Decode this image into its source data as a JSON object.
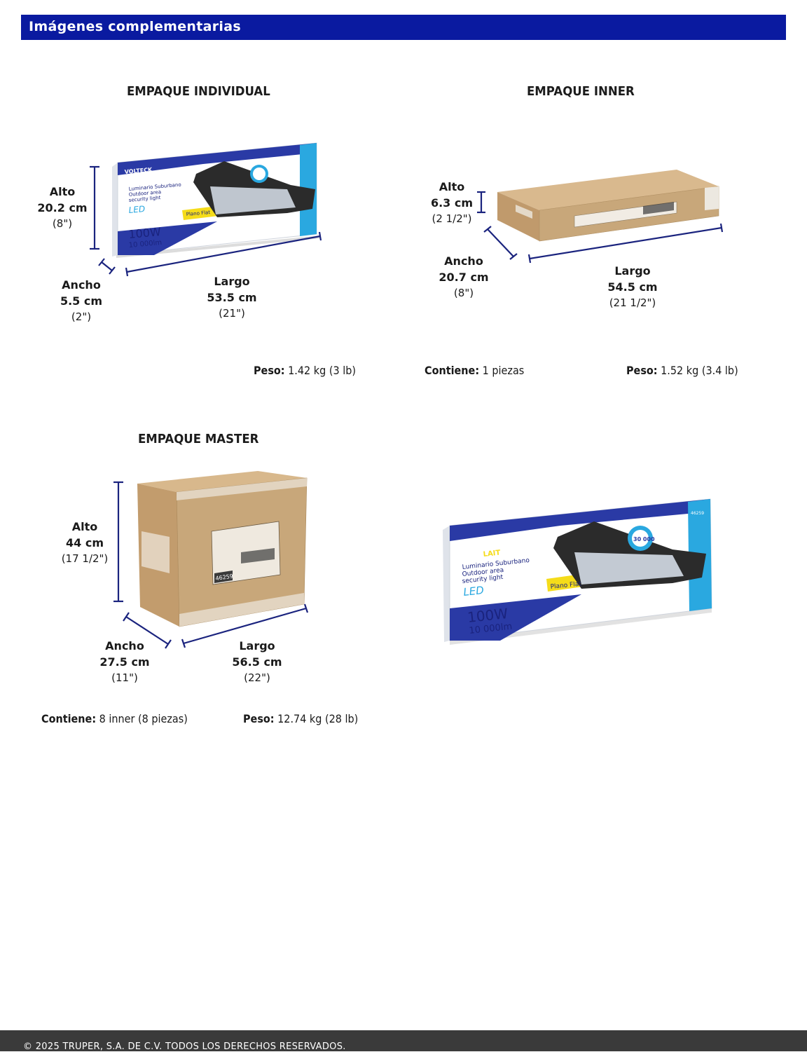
{
  "header": {
    "title": "Imágenes complementarias"
  },
  "individual": {
    "title": "EMPAQUE INDIVIDUAL",
    "alto": {
      "label": "Alto",
      "cm": "20.2 cm",
      "inch": "(8\")"
    },
    "ancho": {
      "label": "Ancho",
      "cm": "5.5 cm",
      "inch": "(2\")"
    },
    "largo": {
      "label": "Largo",
      "cm": "53.5 cm",
      "inch": "(21\")"
    },
    "peso_label": "Peso:",
    "peso_value": "1.42 kg (3 lb)"
  },
  "inner": {
    "title": "EMPAQUE INNER",
    "alto": {
      "label": "Alto",
      "cm": "6.3 cm",
      "inch": "(2 1/2\")"
    },
    "ancho": {
      "label": "Ancho",
      "cm": "20.7 cm",
      "inch": "(8\")"
    },
    "largo": {
      "label": "Largo",
      "cm": "54.5 cm",
      "inch": "(21 1/2\")"
    },
    "contiene_label": "Contiene:",
    "contiene_value": "1 piezas",
    "peso_label": "Peso:",
    "peso_value": "1.52 kg (3.4 lb)"
  },
  "master": {
    "title": "EMPAQUE MASTER",
    "alto": {
      "label": "Alto",
      "cm": "44 cm",
      "inch": "(17 1/2\")"
    },
    "ancho": {
      "label": "Ancho",
      "cm": "27.5 cm",
      "inch": "(11\")"
    },
    "largo": {
      "label": "Largo",
      "cm": "56.5 cm",
      "inch": "(22\")"
    },
    "contiene_label": "Contiene:",
    "contiene_value": "8 inner (8 piezas)",
    "peso_label": "Peso:",
    "peso_value": "12.74 kg (28 lb)"
  },
  "box_art": {
    "brand": "VOLTECK",
    "sub_brand": "LAIT",
    "product_es": "Luminario Suburbano",
    "product_en1": "Outdoor area",
    "product_en2": "security light",
    "led": "LED",
    "flat": "Plano Flat",
    "watts": "100W",
    "lumens": "10 000lm",
    "hours": "30 000",
    "code": "46259"
  },
  "footer": {
    "text": "© 2025 TRUPER, S.A. DE C.V. TODOS LOS DERECHOS RESERVADOS."
  },
  "colors": {
    "header": "#0a1aa0",
    "dimension": "#1a237e",
    "box_blue": "#2a3aa5",
    "box_cyan": "#2aa8e0",
    "cardboard": "#c8a77a"
  }
}
